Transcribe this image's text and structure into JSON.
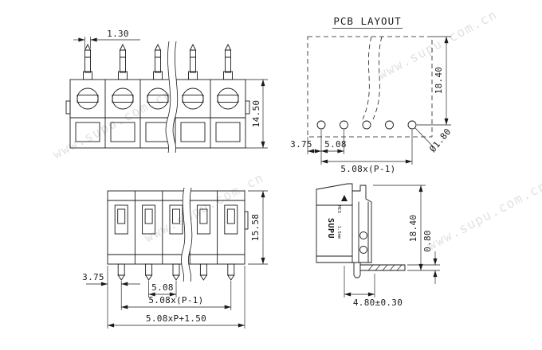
{
  "page": {
    "background": "#ffffff",
    "line_color": "#1a1a1a"
  },
  "watermark": {
    "text": "www.supu.com.cn"
  },
  "front_view": {
    "dims": {
      "pin_width": "1.30",
      "body_height": "14.50"
    }
  },
  "pcb_layout_view": {
    "title": "PCB LAYOUT",
    "dims": {
      "height": "18.40",
      "edge_offset": "3.75",
      "pitch": "5.08",
      "span": "5.08x(P-1)",
      "hole_diameter": "Ø1.80"
    }
  },
  "side_view": {
    "dims": {
      "body_height": "15.58",
      "edge_offset": "3.75",
      "pitch": "5.08",
      "span": "5.08x(P-1)",
      "overall_width": "5.08xP+1.50"
    }
  },
  "profile_view": {
    "brand": "SUPU",
    "marking_1": "MCS",
    "marking_2": "1.5mm",
    "dims": {
      "height": "18.40",
      "pin_thickness": "0.80",
      "depth": "4.80±0.30"
    }
  }
}
